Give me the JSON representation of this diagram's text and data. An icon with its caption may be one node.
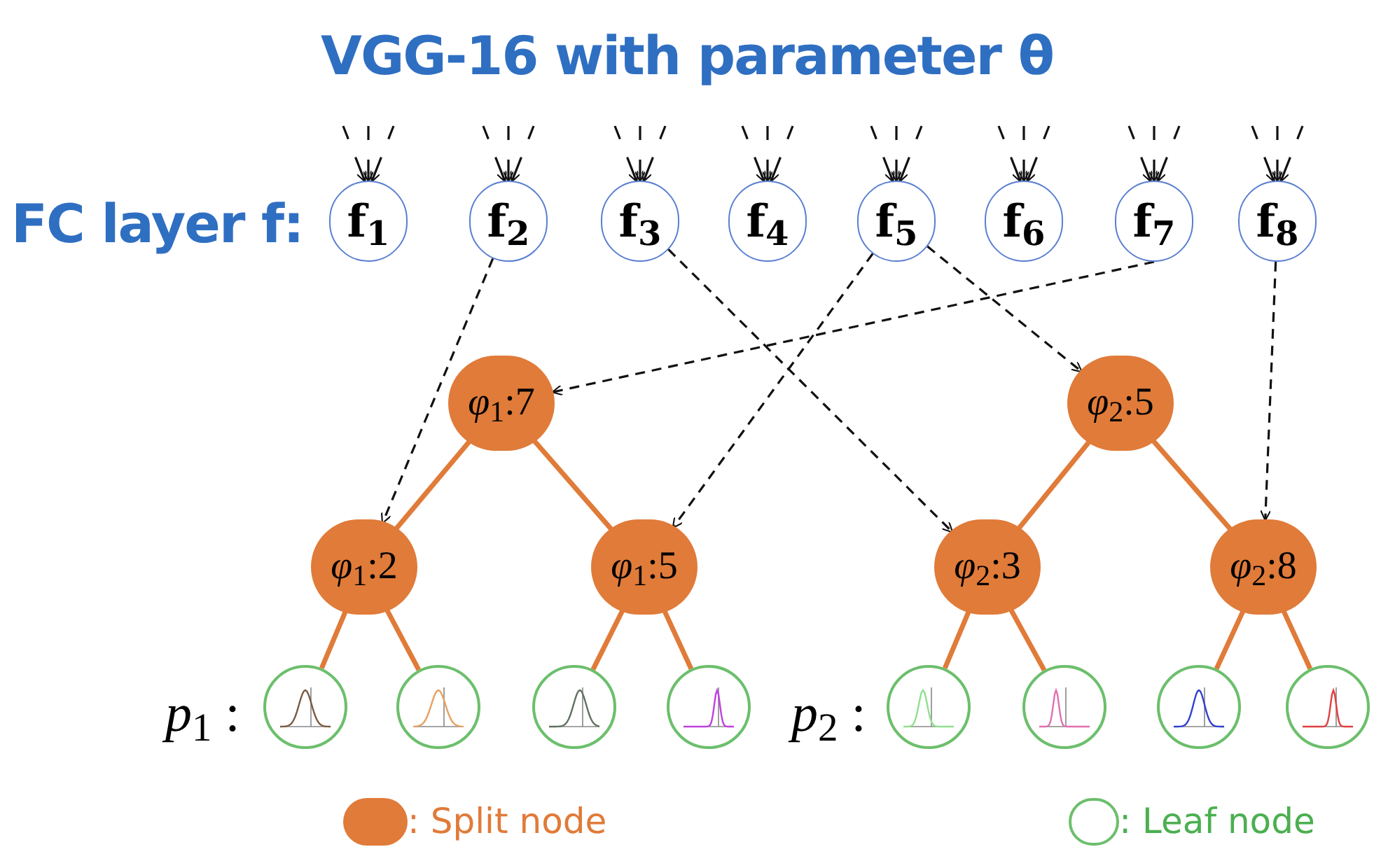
{
  "diagram": {
    "title": "VGG-16 with parameter θ",
    "nodes": [
      {
        "text": [
          "f$_{1}$"
        ]
      },
      {
        "text": [
          "f$_{2}$"
        ]
      },
      {
        "text": [
          "f$_{3}$"
        ]
      },
      {
        "text": [
          "f$_{4}$"
        ]
      },
      {
        "text": [
          "f$_{5}$"
        ]
      },
      {
        "text": [
          "f$_{6}$"
        ]
      },
      {
        "text": [
          "f$_{7}$"
        ]
      },
      {
        "text": [
          "f$_{8}$"
        ]
      },
      {
        "text": [
          "*φ*$_{1}$:7"
        ]
      },
      {
        "text": [
          "*φ*$_{2}$:5"
        ]
      },
      {
        "text": [
          "*φ*$_{1}$:2"
        ]
      },
      {
        "text": [
          "*φ*$_{1}$:5"
        ]
      },
      {
        "text": [
          "*φ*$_{2}$:3"
        ]
      },
      {
        "text": [
          "*φ*$_{2}$:8"
        ]
      },
      {
        "text": [],
        "shape": "circle"
      },
      {
        "text": [],
        "shape": "circle"
      },
      {
        "text": [],
        "shape": "circle"
      },
      {
        "text": [],
        "shape": "circle"
      },
      {
        "text": [],
        "shape": "circle"
      },
      {
        "text": [],
        "shape": "circle"
      },
      {
        "text": [],
        "shape": "circle"
      },
      {
        "text": [],
        "shape": "circle"
      }
    ],
    "edges": [
      {
        "from": null,
        "to": 0,
        "arrow": "to",
        "style": "dashed"
      },
      {
        "from": null,
        "to": 0,
        "arrow": "to",
        "style": "dashed"
      },
      {
        "from": null,
        "to": 0,
        "arrow": "to",
        "style": "dashed"
      },
      {
        "from": null,
        "to": 1,
        "arrow": "to",
        "style": "dashed"
      },
      {
        "from": null,
        "to": 1,
        "arrow": "to",
        "style": "dashed"
      },
      {
        "from": null,
        "to": 1,
        "arrow": "to",
        "style": "dashed"
      },
      {
        "from": null,
        "to": 2,
        "arrow": "to",
        "style": "dashed"
      },
      {
        "from": null,
        "to": 2,
        "arrow": "to",
        "style": "dashed"
      },
      {
        "from": null,
        "to": 2,
        "arrow": "to",
        "style": "dashed"
      },
      {
        "from": null,
        "to": 3,
        "arrow": "to",
        "style": "dashed"
      },
      {
        "from": null,
        "to": 3,
        "arrow": "to",
        "style": "dashed"
      },
      {
        "from": null,
        "to": 3,
        "arrow": "to",
        "style": "dashed"
      },
      {
        "from": null,
        "to": 4,
        "arrow": "to",
        "style": "dashed"
      },
      {
        "from": null,
        "to": 4,
        "arrow": "to",
        "style": "dashed"
      },
      {
        "from": null,
        "to": 4,
        "arrow": "to",
        "style": "dashed"
      },
      {
        "from": null,
        "to": 5,
        "arrow": "to",
        "style": "dashed"
      },
      {
        "from": null,
        "to": 5,
        "arrow": "to",
        "style": "dashed"
      },
      {
        "from": null,
        "to": 5,
        "arrow": "to",
        "style": "dashed"
      },
      {
        "from": null,
        "to": 6,
        "arrow": "to",
        "style": "dashed"
      },
      {
        "from": null,
        "to": 6,
        "arrow": "to",
        "style": "dashed"
      },
      {
        "from": null,
        "to": 6,
        "arrow": "to",
        "style": "dashed"
      },
      {
        "from": null,
        "to": 7,
        "arrow": "to",
        "style": "dashed"
      },
      {
        "from": null,
        "to": 7,
        "arrow": "to",
        "style": "dashed"
      },
      {
        "from": null,
        "to": 7,
        "arrow": "to",
        "style": "dashed"
      },
      {
        "from": 1,
        "to": 10,
        "arrow": "to",
        "style": "dashed"
      },
      {
        "from": 2,
        "to": 12,
        "arrow": "to",
        "style": "dashed"
      },
      {
        "from": 4,
        "to": 11,
        "arrow": "to",
        "style": "dashed"
      },
      {
        "from": 4,
        "to": 9,
        "arrow": "to",
        "style": "dashed"
      },
      {
        "from": 6,
        "to": 8,
        "arrow": "to",
        "style": "dashed"
      },
      {
        "from": 7,
        "to": 13,
        "arrow": "to",
        "style": "dashed"
      },
      {
        "from": 8,
        "to": 10,
        "arrow": "none",
        "style": "thick",
        "color": "#e07b39"
      },
      {
        "from": 8,
        "to": 11,
        "arrow": "none",
        "style": "thick",
        "color": "#e07b39"
      },
      {
        "from": 9,
        "to": 12,
        "arrow": "none",
        "style": "thick",
        "color": "#e07b39"
      },
      {
        "from": 9,
        "to": 13,
        "arrow": "none",
        "style": "thick",
        "color": "#e07b39"
      },
      {
        "from": 10,
        "to": 14,
        "arrow": "none",
        "style": "thick",
        "color": "#e07b39"
      },
      {
        "from": 10,
        "to": 15,
        "arrow": "none",
        "style": "thick",
        "color": "#e07b39"
      },
      {
        "from": 11,
        "to": 16,
        "arrow": "none",
        "style": "thick",
        "color": "#e07b39"
      },
      {
        "from": 11,
        "to": 17,
        "arrow": "none",
        "style": "thick",
        "color": "#e07b39"
      },
      {
        "from": 12,
        "to": 18,
        "arrow": "none",
        "style": "thick",
        "color": "#e07b39"
      },
      {
        "from": 12,
        "to": 19,
        "arrow": "none",
        "style": "thick",
        "color": "#e07b39"
      },
      {
        "from": 13,
        "to": 20,
        "arrow": "none",
        "style": "thick",
        "color": "#e07b39"
      },
      {
        "from": 13,
        "to": 21,
        "arrow": "none",
        "style": "thick",
        "color": "#e07b39"
      }
    ],
    "labels": [
      "FC layer f:",
      "*p*$_{1}$ :",
      "*p*$_{2}$ :"
    ],
    "legend": [
      {
        "text": ": Split node",
        "color": "#e07b39"
      },
      {
        "text": ": Leaf node"
      }
    ]
  }
}
